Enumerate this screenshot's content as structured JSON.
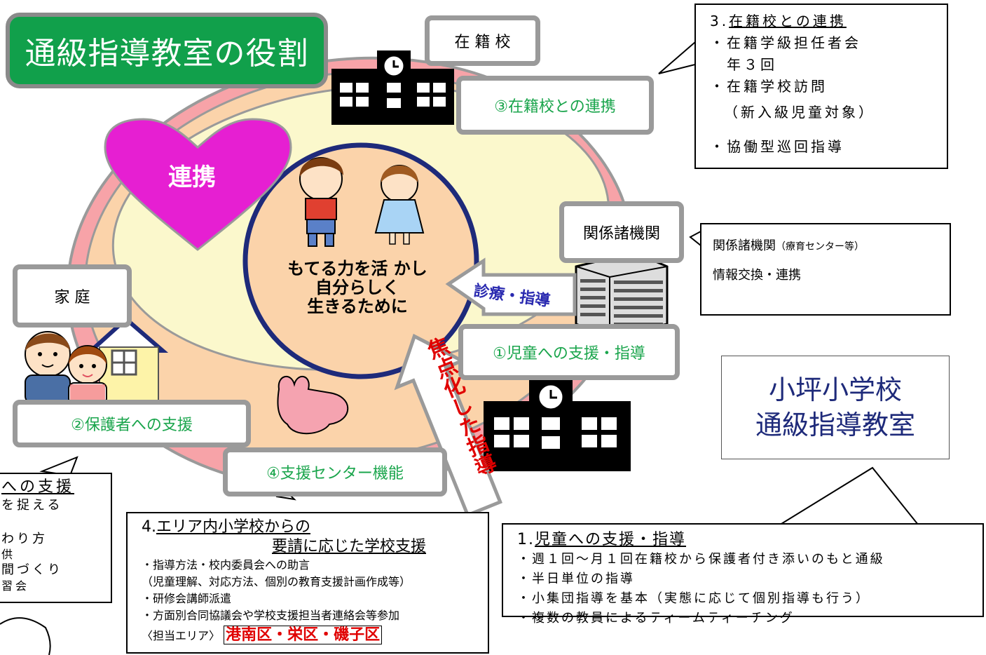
{
  "title": "通級指導教室の役割",
  "center": {
    "heart_label": "連携",
    "line1": "もてる力を活 かし",
    "line2": "自分らしく",
    "line3": "生きるために"
  },
  "labels": {
    "school": "在 籍 校",
    "kikan": "関係諸機関",
    "home": "家 庭"
  },
  "roles": {
    "r1": "①児童への支援・指導",
    "r2": "②保護者への支援",
    "r3": "③在籍校との連携",
    "r4": "④支援センター機能"
  },
  "arrows": {
    "shinryo": "診療・指導",
    "shoten": "焦点化した指導"
  },
  "box3": {
    "heading_num": "3.",
    "heading": "在籍校との連携",
    "items": [
      "・在籍学級担任者会",
      "年３回",
      "・在籍学校訪問",
      "（新入級児童対象）",
      "・協働型巡回指導"
    ]
  },
  "kikan_box": {
    "heading": "関係諸機関",
    "heading_sub": "（療育センター等）",
    "body": "情報交換・連携"
  },
  "school_name": {
    "line1": "小坪小学校",
    "line2": "通級指導教室"
  },
  "box1": {
    "heading_num": "1.",
    "heading": "児童への支援・指導",
    "items": [
      "・週１回～月１回在籍校から保護者付き添いのもと通級",
      "・半日単位の指導",
      "・小集団指導を基本（実態に応じて個別指導も行う）",
      "・複数の教員によるティームティーチング"
    ]
  },
  "box4": {
    "heading_num": "4.",
    "heading1": "エリア内小学校からの",
    "heading2": "要請に応じた学校支援",
    "items": [
      "・指導方法・校内委員会への助言",
      "（児童理解、対応方法、個別の教育支援計画作成等）",
      "・研修会講師派遣",
      "・方面別合同協議会や学校支援担当者連絡会等参加"
    ],
    "area_label": "〈担当エリア〉",
    "area_value": "港南区・栄区・磯子区"
  },
  "box2_partial": {
    "heading": "への支援",
    "items": [
      "を捉える",
      "わり方",
      "供",
      "間づくり",
      "習会"
    ]
  },
  "colors": {
    "green": "#11a04b",
    "pink": "#e8417a",
    "magenta": "#e61fd2",
    "navy": "#1e2a7a",
    "red": "#e00000"
  }
}
